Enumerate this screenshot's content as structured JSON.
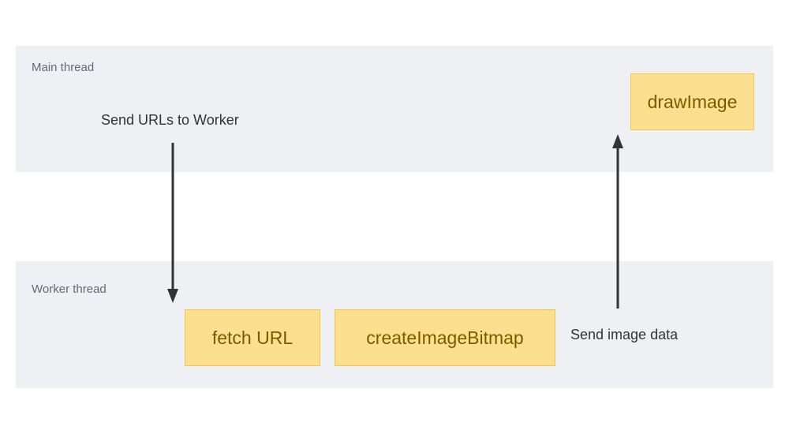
{
  "lanes": {
    "main": {
      "label": "Main thread"
    },
    "worker": {
      "label": "Worker thread"
    }
  },
  "captions": {
    "send_urls": "Send URLs to Worker",
    "send_image_data": "Send image data"
  },
  "boxes": {
    "draw_image": "drawImage",
    "fetch_url": "fetch URL",
    "create_image_bitmap": "createImageBitmap"
  },
  "colors": {
    "lane_bg": "#eef0f4",
    "box_fill": "#fde08f",
    "box_border": "#f3c94a",
    "box_text": "#7a5a00",
    "arrow": "#333333"
  }
}
